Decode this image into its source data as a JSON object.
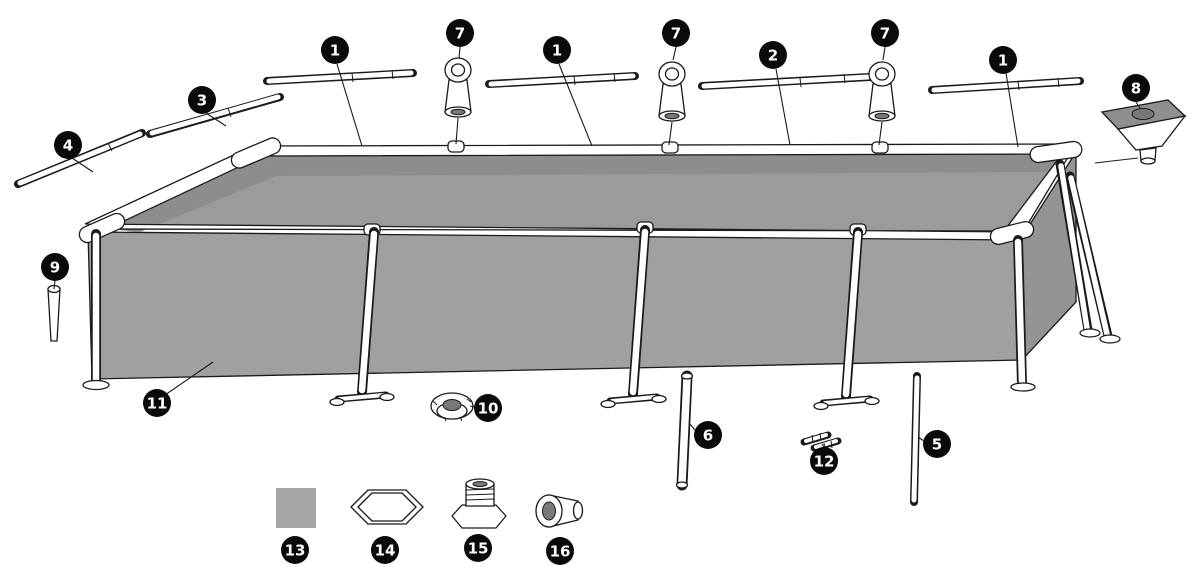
{
  "colors": {
    "background": "#ffffff",
    "line": "#1a1a1a",
    "basin_gray": "#9b9b9b",
    "basin_shadow": "#8d8d8d",
    "wall_gray": "#a0a0a0",
    "side_wall_gray": "#949494",
    "hole_gray": "#787878",
    "plate_gray": "#8f8f8f",
    "swatch_gray": "#a7a7a7",
    "badge_bg": "#0a0a0a",
    "badge_text": "#ffffff"
  },
  "callouts": [
    {
      "id": "1a",
      "label": "1"
    },
    {
      "id": "7a",
      "label": "7"
    },
    {
      "id": "1b",
      "label": "1"
    },
    {
      "id": "7b",
      "label": "7"
    },
    {
      "id": "2",
      "label": "2"
    },
    {
      "id": "7c",
      "label": "7"
    },
    {
      "id": "1c",
      "label": "1"
    },
    {
      "id": "8",
      "label": "8"
    },
    {
      "id": "3",
      "label": "3"
    },
    {
      "id": "4",
      "label": "4"
    },
    {
      "id": "9",
      "label": "9"
    },
    {
      "id": "11",
      "label": "11"
    },
    {
      "id": "10",
      "label": "10"
    },
    {
      "id": "6",
      "label": "6"
    },
    {
      "id": "12",
      "label": "12"
    },
    {
      "id": "5",
      "label": "5"
    },
    {
      "id": "13",
      "label": "13"
    },
    {
      "id": "14",
      "label": "14"
    },
    {
      "id": "15",
      "label": "15"
    },
    {
      "id": "16",
      "label": "16"
    }
  ]
}
